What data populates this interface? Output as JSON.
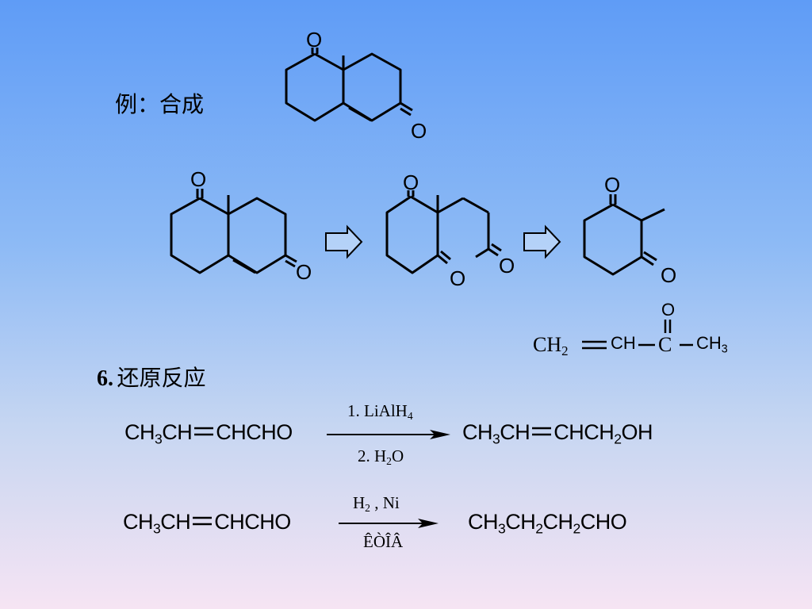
{
  "slide": {
    "example_label": "例：合成",
    "section_number": "6.",
    "section_title": "还原反应"
  },
  "molecules": {
    "target_oxygen_top": "O",
    "target_oxygen_right": "O",
    "step1_oxygen_top": "O",
    "step1_oxygen_right": "O",
    "step2_oxygen_top": "O",
    "step2_oxygen_bottom": "O",
    "step2_oxygen_right": "O",
    "step3_oxygen_top": "O",
    "step3_oxygen_bottom": "O"
  },
  "mvk": {
    "ch2": "CH",
    "ch2_sub": "2",
    "ch": "CH",
    "c": "C",
    "o": "O",
    "ch3": "CH",
    "ch3_sub": "3"
  },
  "reaction1": {
    "reactant_a": "CH",
    "reactant_a_sub": "3",
    "reactant_b": "CH",
    "reactant_c": "CHCHO",
    "condition_top": "1. LiAlH",
    "condition_top_sub": "4",
    "condition_bottom": "2. H",
    "condition_bottom_sub": "2",
    "condition_bottom_end": "O",
    "product_a": "CH",
    "product_a_sub": "3",
    "product_b": "CH",
    "product_c": "CHCH",
    "product_c_sub": "2",
    "product_d": "OH"
  },
  "reaction2": {
    "reactant_a": "CH",
    "reactant_a_sub": "3",
    "reactant_b": "CH",
    "reactant_c": "CHCHO",
    "condition_top": "H",
    "condition_top_sub": "2",
    "condition_top_end": " , Ni",
    "condition_bottom": "ÊÒÎÂ",
    "product_a": "CH",
    "product_a_sub": "3",
    "product_b": "CH",
    "product_b_sub": "2",
    "product_c": "CH",
    "product_c_sub": "2",
    "product_d": "CHO"
  }
}
